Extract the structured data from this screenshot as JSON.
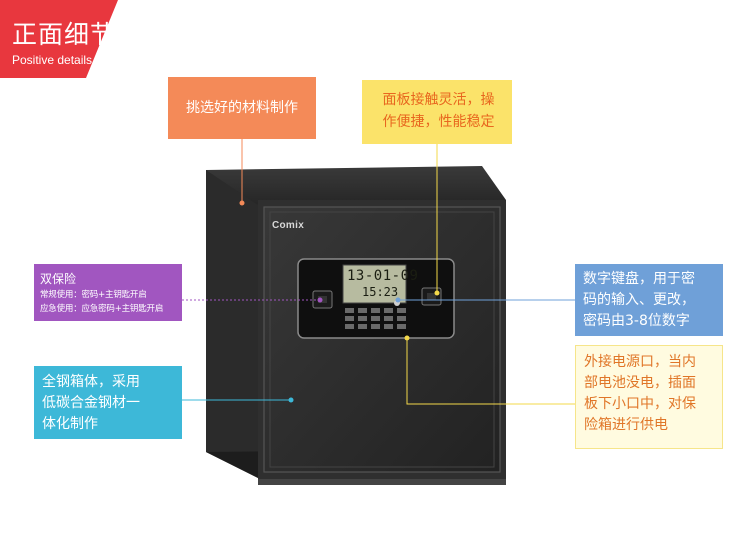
{
  "badge": {
    "title": "正面细节",
    "subtitle": "Positive details"
  },
  "callouts": {
    "material": "挑选好的材料制作",
    "panel": [
      "面板接触灵活，操",
      "作便捷，性能稳定"
    ],
    "double_insurance": {
      "heading": "双保险",
      "line1": "常规使用：密码+主钥匙开启",
      "line2": "应急使用：应急密码+主钥匙开启"
    },
    "steel_body": [
      "全钢箱体，采用",
      "低碳合金钢材一",
      "体化制作"
    ],
    "keypad": [
      "数字键盘，用于密",
      "码的输入、更改，",
      "密码由3-8位数字"
    ],
    "power": [
      "外接电源口，当内",
      "部电池没电，插面",
      "板下小口中，对保",
      "险箱进行供电"
    ]
  },
  "safe": {
    "brand": "Comix",
    "lcd_date": "13-01-09",
    "lcd_time": "15:23"
  },
  "colors": {
    "badge_red": "#e8373e",
    "material_orange": "#f48a58",
    "panel_yellow": "#fbe36a",
    "double_purple": "#a156c0",
    "steel_cyan": "#3db8d8",
    "keypad_blue": "#6fa0d8",
    "power_cream": "#fffbe0",
    "safe_body": "#2e2e2e"
  }
}
